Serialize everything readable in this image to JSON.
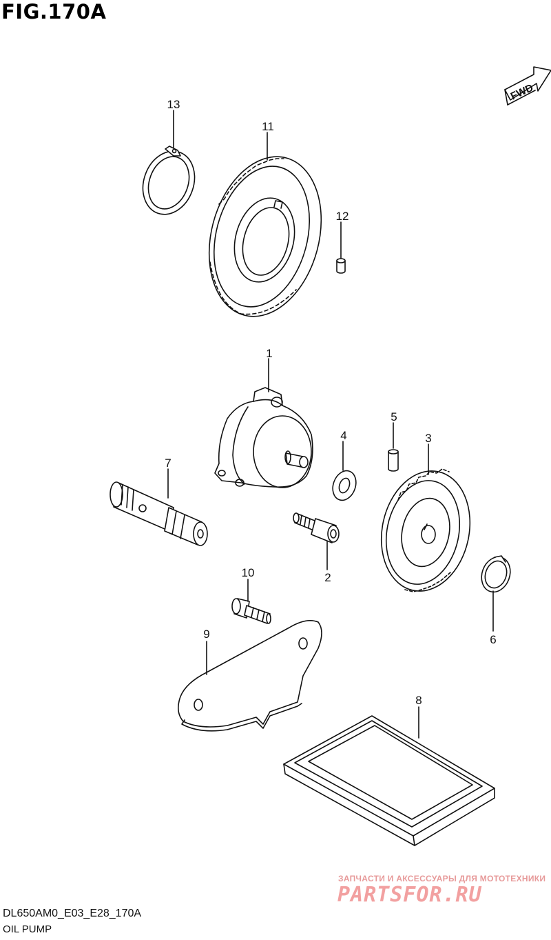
{
  "figure": {
    "title": "FIG.170A",
    "code": "DL650AM0_E03_E28_170A",
    "name": "OIL PUMP",
    "direction_label": "FWD"
  },
  "callouts": {
    "c1": "1",
    "c2": "2",
    "c3": "3",
    "c4": "4",
    "c5": "5",
    "c6": "6",
    "c7": "7",
    "c8": "8",
    "c9": "9",
    "c10": "10",
    "c11": "11",
    "c12": "12",
    "c13": "13"
  },
  "watermark": {
    "tagline": "ЗАПЧАСТИ И АКСЕССУАРЫ ДЛЯ МОТОТЕХНИКИ",
    "brand": "PARTSFOR.RU",
    "color": "#f2a0a0"
  }
}
